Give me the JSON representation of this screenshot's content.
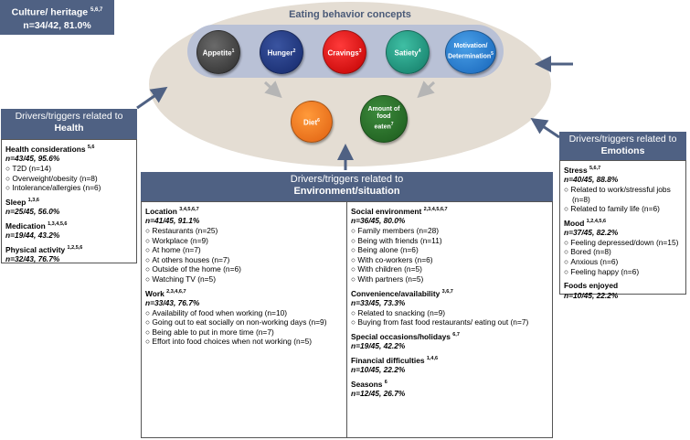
{
  "title": "Eating behavior concepts",
  "concepts": {
    "appetite": {
      "label": "Appetite",
      "sup": "1"
    },
    "hunger": {
      "label": "Hunger",
      "sup": "2"
    },
    "cravings": {
      "label": "Cravings",
      "sup": "3"
    },
    "satiety": {
      "label": "Satiety",
      "sup": "4"
    },
    "motivation": {
      "label1": "Motivation/",
      "label2": "Determination",
      "sup": "5"
    },
    "diet": {
      "label": "Diet",
      "sup": "6"
    },
    "amount": {
      "label1": "Amount of",
      "label2": "food",
      "label3": "eaten",
      "sup": "7"
    }
  },
  "culture": {
    "label": "Culture/ heritage ",
    "sup": "5,6,7",
    "stat": "n=34/42, 81.0%"
  },
  "health": {
    "header_line1": "Drivers/triggers related to",
    "header_line2": "Health",
    "cats": [
      {
        "name": "Health considerations ",
        "sup": "5,6",
        "stat": "n=43/45, 95.6%",
        "items": [
          "T2D (n=14)",
          "Overweight/obesity (n=8)",
          "Intolerance/allergies (n=6)"
        ]
      },
      {
        "name": "Sleep ",
        "sup": "1,3,6",
        "stat": "n=25/45, 56.0%",
        "items": []
      },
      {
        "name": "Medication ",
        "sup": "1,3,4,5,6",
        "stat": "n=19/44, 43.2%",
        "items": []
      },
      {
        "name": "Physical activity ",
        "sup": "1,2,5,6",
        "stat": "n=32/43, 76.7%",
        "items": []
      }
    ]
  },
  "emotions": {
    "header_line1": "Drivers/triggers related to",
    "header_line2": "Emotions",
    "cats": [
      {
        "name": "Stress ",
        "sup": "5,6,7",
        "stat": "n=40/45, 88.8%",
        "items": [
          "Related to work/stressful jobs (n=8)",
          "Related to family life (n=6)"
        ]
      },
      {
        "name": "Mood ",
        "sup": "1,2,4,5,6",
        "stat": "n=37/45, 82.2%",
        "items": [
          "Feeling depressed/down (n=15)",
          "Bored (n=8)",
          "Anxious (n=6)",
          "Feeling happy (n=6)"
        ]
      },
      {
        "name": "Foods enjoyed",
        "sup": "",
        "stat": "n=10/45, 22.2%",
        "items": []
      }
    ]
  },
  "environment": {
    "header_line1": "Drivers/triggers related to",
    "header_line2": "Environment/situation",
    "left_cats": [
      {
        "name": "Location ",
        "sup": "3,4,5,6,7",
        "stat": "n=41/45, 91.1%",
        "items": [
          "Restaurants (n=25)",
          "Workplace (n=9)",
          "At home (n=7)",
          "At others houses (n=7)",
          "Outside of the home (n=6)",
          "Watching TV (n=5)"
        ]
      },
      {
        "name": "Work ",
        "sup": "2,3,4,6,7",
        "stat": "n=33/43, 76.7%",
        "items": [
          "Availability of food when working (n=10)",
          "Going out to eat socially on non-working days (n=9)",
          "Being able to put in more time (n=7)",
          "Effort into food choices when not working (n=5)"
        ]
      }
    ],
    "right_cats": [
      {
        "name": "Social environment ",
        "sup": "2,3,4,5,6,7",
        "stat": "n=36/45, 80.0%",
        "items": [
          "Family members (n=28)",
          "Being with friends (n=11)",
          "Being alone (n=6)",
          "With co-workers (n=6)",
          "With children (n=5)",
          "With partners (n=5)"
        ]
      },
      {
        "name": "Convenience/availability ",
        "sup": "3,6,7",
        "stat": "n=33/45, 73.3%",
        "items": [
          "Related to snacking (n=9)",
          "Buying from fast food restaurants/ eating out (n=7)"
        ]
      },
      {
        "name": "Special occasions/holidays ",
        "sup": "6,7",
        "stat": "n=19/45, 42.2%",
        "items": []
      },
      {
        "name": "Financial difficulties ",
        "sup": "1,4,6",
        "stat": "n=10/45, 22.2%",
        "items": []
      },
      {
        "name": "Seasons ",
        "sup": "6",
        "stat": "n=12/45, 26.7%",
        "items": []
      }
    ]
  },
  "colors": {
    "header": "#4f6183",
    "ellipse": "#e4ddd3",
    "band": "#b9c1d6"
  }
}
